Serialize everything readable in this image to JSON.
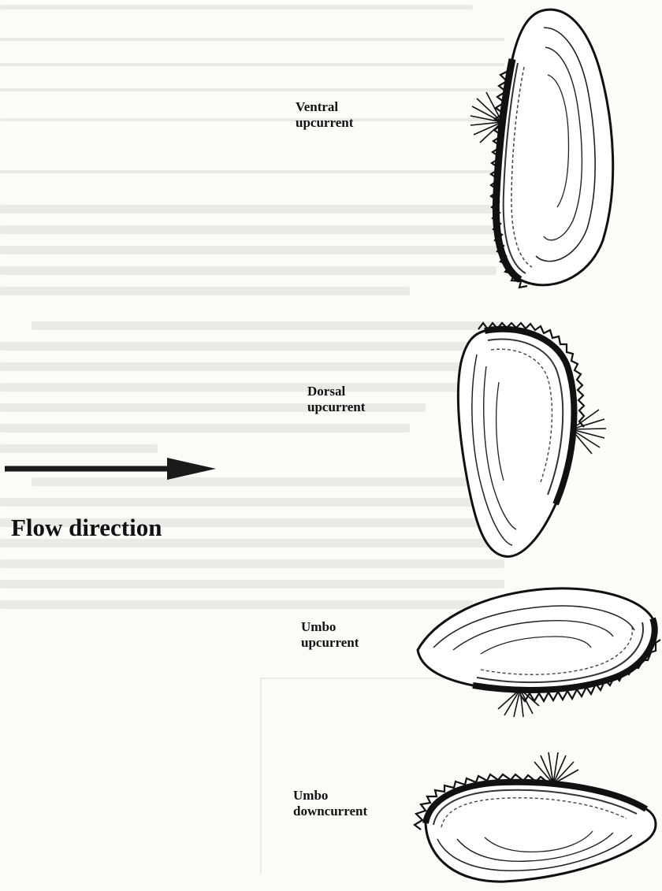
{
  "diagram": {
    "flow_direction_label": "Flow direction",
    "arrow_icon": "right-arrow-icon",
    "orientations": [
      {
        "id": "ventral-upcurrent",
        "line1": "Ventral",
        "line2": "upcurrent"
      },
      {
        "id": "dorsal-upcurrent",
        "line1": "Dorsal",
        "line2": "upcurrent"
      },
      {
        "id": "umbo-upcurrent",
        "line1": "Umbo",
        "line2": "upcurrent"
      },
      {
        "id": "umbo-downcurrent",
        "line1": "Umbo",
        "line2": "downcurrent"
      }
    ]
  },
  "colors": {
    "ink": "#111111",
    "paper": "#fbfbf8"
  }
}
